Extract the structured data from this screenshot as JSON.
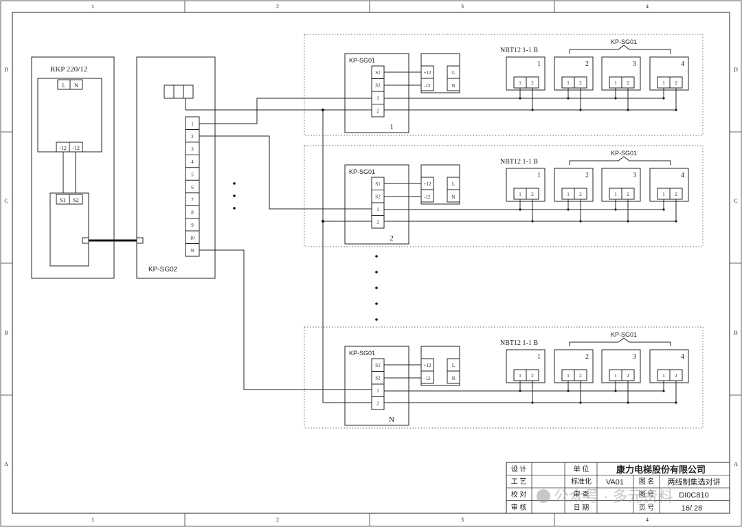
{
  "border": {
    "columns": [
      "1",
      "2",
      "3",
      "4"
    ],
    "rows": [
      "D",
      "C",
      "B",
      "A"
    ]
  },
  "power_supply": {
    "title": "RKP 220/12",
    "ac_terminals": [
      "L",
      "N"
    ],
    "dc_terminals": [
      "-12",
      "-12"
    ],
    "signal_terminals": [
      "S1",
      "S2"
    ]
  },
  "controller": {
    "label": "KP-SG02",
    "terminals": [
      "1",
      "2",
      "3",
      "4",
      "5",
      "6",
      "7",
      "8",
      "9",
      "10",
      "N"
    ]
  },
  "groups": [
    {
      "number": "1",
      "module": "KP-SG01",
      "module_terminals": [
        "S1",
        "S2",
        "1",
        "2"
      ],
      "supply_terminals": [
        "+12",
        "-12"
      ],
      "supply_ac": [
        "L",
        "N"
      ],
      "line_label": "NBT12   1-1   B",
      "bracket_label": "KP-SG01",
      "units": [
        {
          "number": "1",
          "pins": [
            "1",
            "2"
          ]
        },
        {
          "number": "2",
          "pins": [
            "1",
            "2"
          ]
        },
        {
          "number": "3",
          "pins": [
            "1",
            "2"
          ]
        },
        {
          "number": "4",
          "pins": [
            "1",
            "2"
          ]
        }
      ]
    },
    {
      "number": "2",
      "module": "KP-SG01",
      "module_terminals": [
        "S1",
        "S2",
        "1",
        "2"
      ],
      "supply_terminals": [
        "+12",
        "-12"
      ],
      "supply_ac": [
        "L",
        "N"
      ],
      "line_label": "NBT12   1-1   B",
      "bracket_label": "KP-SG01",
      "units": [
        {
          "number": "1",
          "pins": [
            "1",
            "2"
          ]
        },
        {
          "number": "2",
          "pins": [
            "1",
            "2"
          ]
        },
        {
          "number": "3",
          "pins": [
            "1",
            "2"
          ]
        },
        {
          "number": "4",
          "pins": [
            "1",
            "2"
          ]
        }
      ]
    },
    {
      "number": "N",
      "module": "KP-SG01",
      "module_terminals": [
        "S1",
        "S2",
        "1",
        "2"
      ],
      "supply_terminals": [
        "+12",
        "-12"
      ],
      "supply_ac": [
        "L",
        "N"
      ],
      "line_label": "NBT12   1-1   B",
      "bracket_label": "KP-SG01",
      "units": [
        {
          "number": "1",
          "pins": [
            "1",
            "2"
          ]
        },
        {
          "number": "2",
          "pins": [
            "1",
            "2"
          ]
        },
        {
          "number": "3",
          "pins": [
            "1",
            "2"
          ]
        },
        {
          "number": "4",
          "pins": [
            "1",
            "2"
          ]
        }
      ]
    }
  ],
  "title_block": {
    "design": "设 计",
    "unit": "单 位",
    "company": "康力电梯股份有限公司",
    "process": "工 艺",
    "standard": "标准化",
    "standard_value": "VA01",
    "drawing_name": "图 名",
    "drawing_name_value": "两线制集选对讲",
    "check": "校 对",
    "review": "审 查",
    "drawing_no": "图 号",
    "drawing_no_value": "DI0C810",
    "audit": "审 核",
    "date": "日 期",
    "page": "页 号",
    "page_value": "16/ 28"
  },
  "watermark": {
    "text": "公众号 · 多元资料"
  }
}
